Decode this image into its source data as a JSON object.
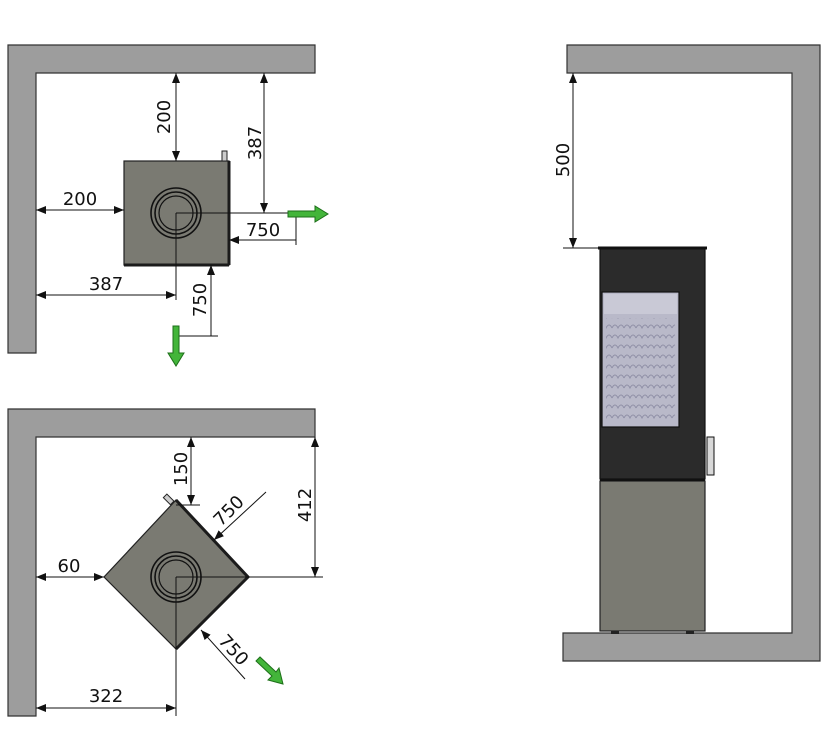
{
  "colors": {
    "wall": "#9d9d9d",
    "stove": "#7a7a72",
    "stove_dark": "#2a2a2a",
    "glass": "#b9b9c9",
    "arrow": "#43b53a"
  },
  "views": {
    "top_parallel": {
      "dim_back_wall": "200",
      "dim_back_to_center": "387",
      "dim_side_wall": "200",
      "dim_side_to_center": "387",
      "dim_front_clearance": "750",
      "dim_side_clearance": "750"
    },
    "top_corner": {
      "dim_back_wall": "150",
      "dim_diagonal_back": "750",
      "dim_back_to_center": "412",
      "dim_side_wall": "60",
      "dim_front_diagonal": "750",
      "dim_side_to_center": "322"
    },
    "side": {
      "dim_ceiling_clearance": "500"
    }
  }
}
